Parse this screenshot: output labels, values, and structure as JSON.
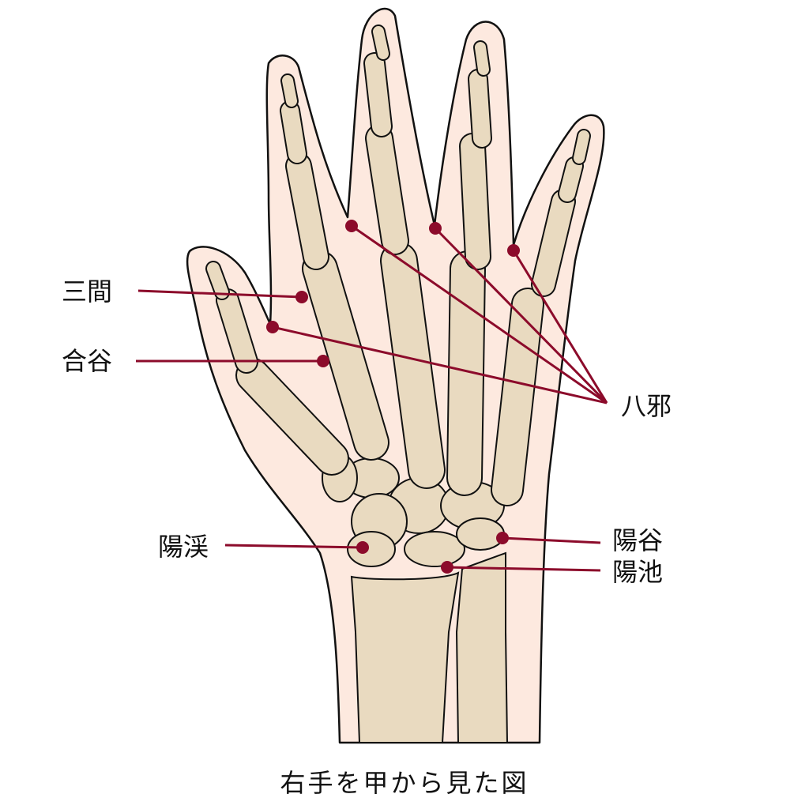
{
  "colors": {
    "skin": "#fde9df",
    "bone": "#e9dac0",
    "point": "#8c0b2b",
    "outline": "#111111"
  },
  "labels": {
    "sankan": "三間",
    "goukoku": "合谷",
    "hachija": "八邪",
    "youkei": "陽渓",
    "youkoku": "陽谷",
    "youchi": "陽池"
  },
  "caption": "右手を甲から見た図"
}
